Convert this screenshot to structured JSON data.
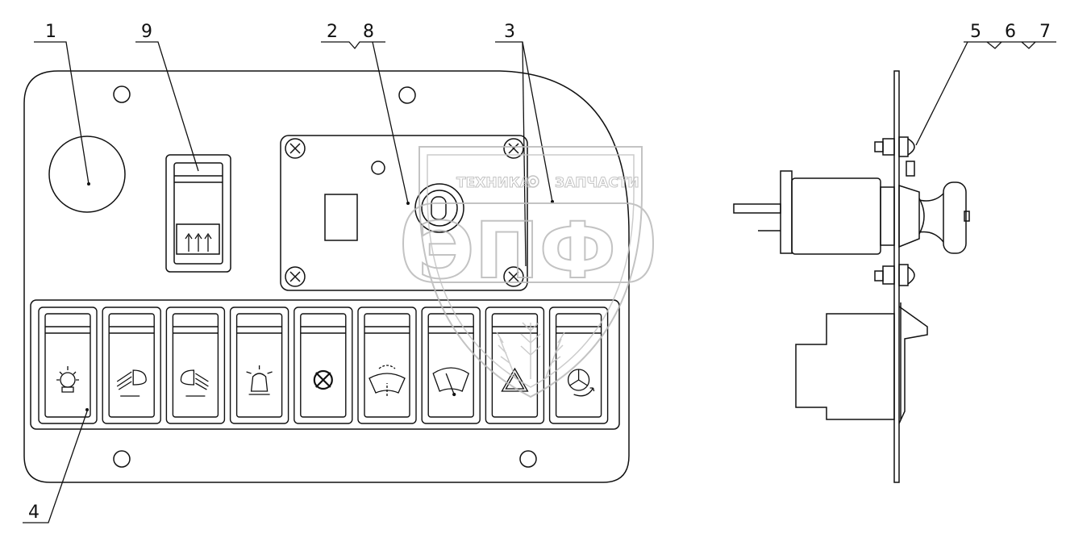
{
  "callouts": {
    "c1": "1",
    "c9": "9",
    "c2": "2",
    "c8": "8",
    "c3": "3",
    "c4": "4",
    "c5": "5",
    "c6": "6",
    "c7": "7"
  },
  "watermark": {
    "left_word": "ТЕХНИКА",
    "right_word": "ЗАПЧАСТИ",
    "big": "ЭПФ"
  },
  "switch_icons": [
    "work-light-icon",
    "head-light-icon",
    "low-beam-icon",
    "beacon-icon",
    "no-defrost-icon",
    "front-wiper-icon",
    "rear-wiper-icon",
    "hazard-triangle-icon",
    "rotation-icon"
  ],
  "colors": {
    "line": "#111111",
    "watermark": "#b9b9b9"
  }
}
